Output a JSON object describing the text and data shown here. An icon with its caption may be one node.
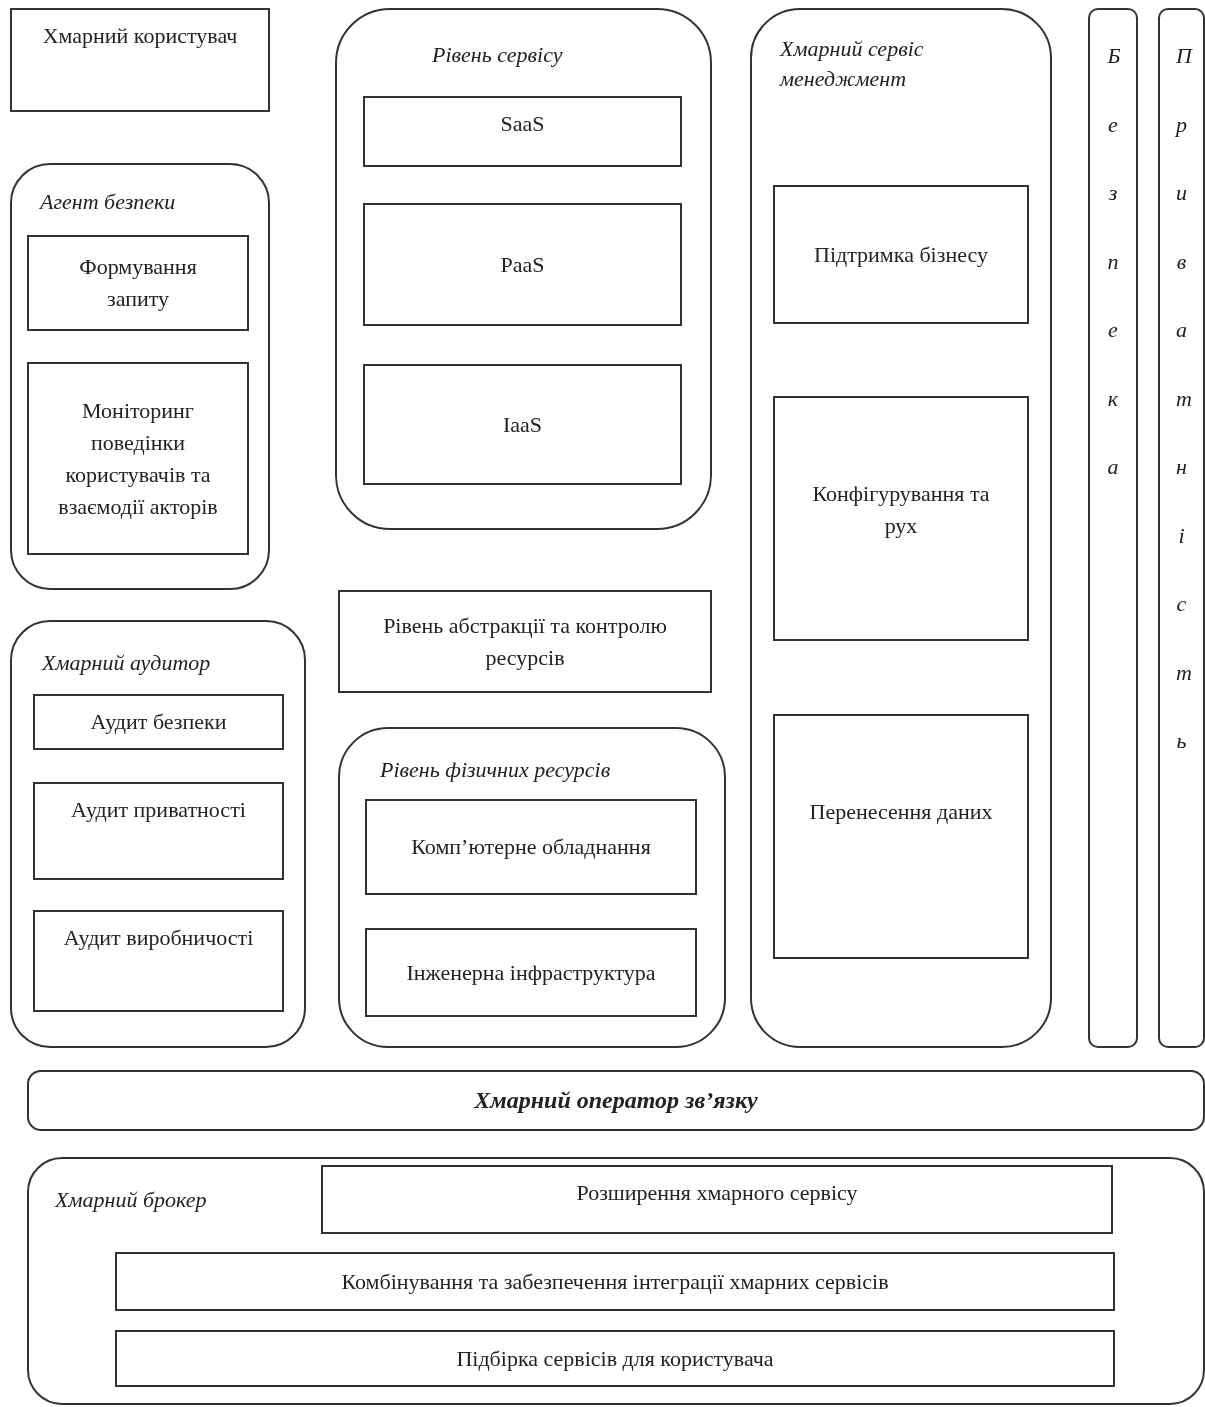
{
  "diagram": {
    "nodes": [
      {
        "text": [
          "Хмарний користувач"
        ]
      },
      {
        "text": [
          "Агент безпеки"
        ]
      },
      {
        "text": [
          "Формування запиту"
        ],
        "in": 1
      },
      {
        "text": [
          "Моніторинг поведінки користувачів та взаємодії акторів"
        ],
        "in": 1
      },
      {
        "text": [
          "Хмарний аудитор"
        ]
      },
      {
        "text": [
          "Аудит безпеки"
        ],
        "in": 4
      },
      {
        "text": [
          "Аудит приватності"
        ],
        "in": 4
      },
      {
        "text": [
          "Аудит виробничості"
        ],
        "in": 4
      },
      {
        "text": [
          "Рівень сервісу"
        ]
      },
      {
        "text": [
          "SaaS"
        ],
        "in": 8
      },
      {
        "text": [
          "PaaS"
        ],
        "in": 8
      },
      {
        "text": [
          "IaaS"
        ],
        "in": 8
      },
      {
        "text": [
          "Рівень абстракції та контролю ресурсів"
        ]
      },
      {
        "text": [
          "Рівень фізичних ресурсів"
        ]
      },
      {
        "text": [
          "Комп’ютерне обладнання"
        ],
        "in": 13
      },
      {
        "text": [
          "Інженерна інфраструктура"
        ],
        "in": 13
      },
      {
        "text": [
          "Хмарний сервіс менеджмент"
        ]
      },
      {
        "text": [
          "Підтримка бізнесу"
        ],
        "in": 16
      },
      {
        "text": [
          "Конфігурування та рух"
        ],
        "in": 16
      },
      {
        "text": [
          "Перенесення даних"
        ],
        "in": 16
      },
      {
        "text": [
          "Безпека"
        ]
      },
      {
        "text": [
          "Приватність"
        ]
      },
      {
        "text": [
          "Хмарний оператор зв’язку"
        ]
      },
      {
        "text": [
          "Хмарний брокер"
        ]
      },
      {
        "text": [
          "Розширення хмарного сервісу"
        ],
        "in": 23
      },
      {
        "text": [
          "Комбінування та забезпечення інтеграції хмарних сервісів"
        ],
        "in": 23
      },
      {
        "text": [
          "Підбірка сервісів для користувача"
        ],
        "in": 23
      }
    ]
  }
}
